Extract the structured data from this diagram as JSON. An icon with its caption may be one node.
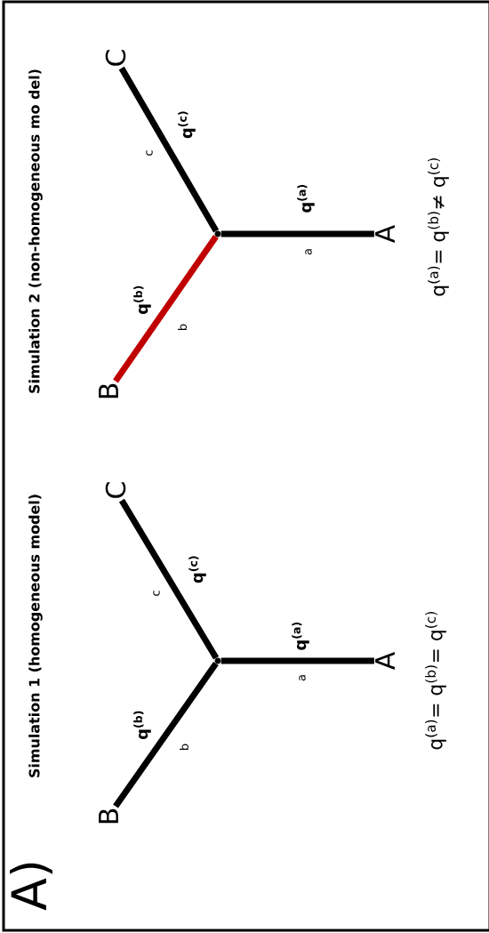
{
  "diagram": {
    "nodes": [
      {
        "text": [],
        "shape": "point"
      },
      {
        "text": [
          "A"
        ]
      },
      {
        "text": [
          "B"
        ]
      },
      {
        "text": [
          "C"
        ]
      },
      {
        "text": [],
        "shape": "point"
      },
      {
        "text": [
          "A"
        ]
      },
      {
        "text": [
          "B"
        ]
      },
      {
        "text": [
          "C"
        ]
      }
    ],
    "edges": [
      {
        "from": 0,
        "to": 1,
        "arrow": "none",
        "label": "a"
      },
      {
        "from": 0,
        "to": 2,
        "arrow": "none",
        "label": "b",
        "color": "#c00000"
      },
      {
        "from": 0,
        "to": 3,
        "arrow": "none",
        "label": "c"
      },
      {
        "from": 4,
        "to": 5,
        "arrow": "none",
        "label": "a"
      },
      {
        "from": 4,
        "to": 6,
        "arrow": "none",
        "label": "b"
      },
      {
        "from": 4,
        "to": 7,
        "arrow": "none",
        "label": "c"
      }
    ],
    "labels": [
      "A)",
      "Simulation 1 (homogeneous model)",
      "q$^{(b)}$",
      "q$^{(c)}$",
      "q$^{(a)}$",
      "q$^{(a)}$= q$^{(b)}$= q$^{(c)}$",
      "Simulation 2 (non-homogeneous mo del)",
      "q$^{(b)}$",
      "q$^{(c)}$",
      "q$^{(a)}$",
      "q$^{(a)}$= q$^{(b)}$≠ q$^{(c)}$"
    ]
  }
}
